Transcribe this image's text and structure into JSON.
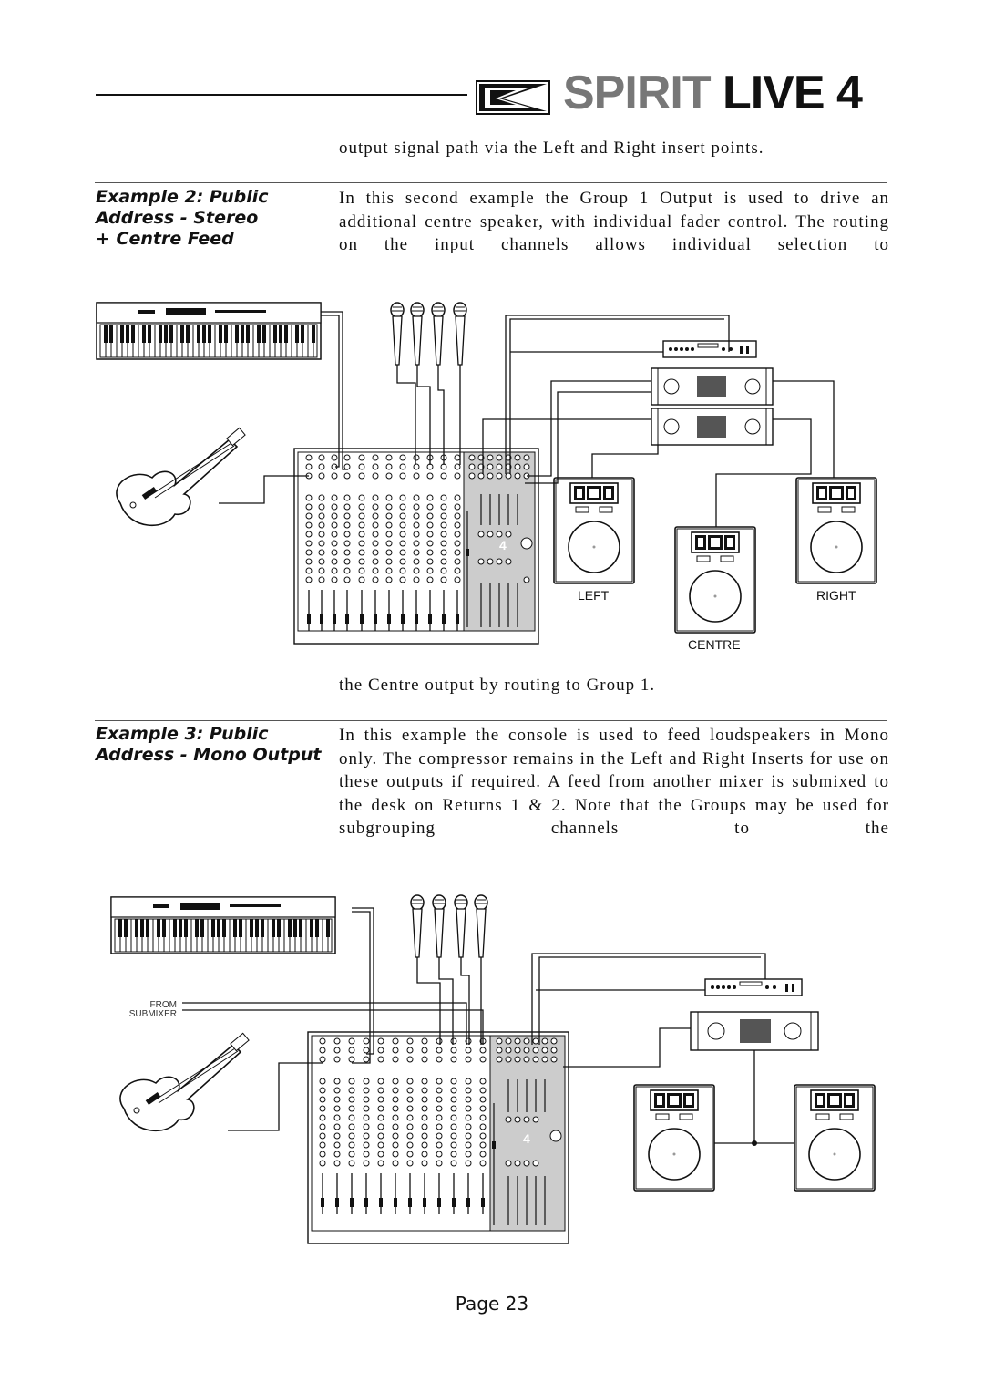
{
  "header": {
    "brand_part1": "SPIRIT",
    "brand_part2": "LIVE 4"
  },
  "intro_text": "output signal path via the Left and Right insert points.",
  "example2": {
    "heading": "Example 2:  Public\nAddress - Stereo\n+ Centre Feed",
    "body": "In this second example the Group 1 Output is used to drive an additional centre speaker, with individual fader control.  The routing on the input channels allows individual selection to",
    "diagram_labels": {
      "left": "LEFT",
      "right": "RIGHT",
      "centre": "CENTRE"
    },
    "after_text": "the Centre output by routing to Group 1."
  },
  "example3": {
    "heading": "Example 3:  Public\nAddress - Mono Output",
    "body": "In this example the console is used to feed loudspeakers in Mono only.  The compressor remains in the Left and Right Inserts for use on these outputs if required.  A feed from another mixer is submixed to the desk on Returns 1 & 2.  Note that the Groups may be used for subgrouping channels to the",
    "diagram_labels": {
      "from": "FROM",
      "submixer": "SUBMIXER"
    }
  },
  "mixer_badge": "4",
  "footer": {
    "page_label": "Page 23"
  }
}
